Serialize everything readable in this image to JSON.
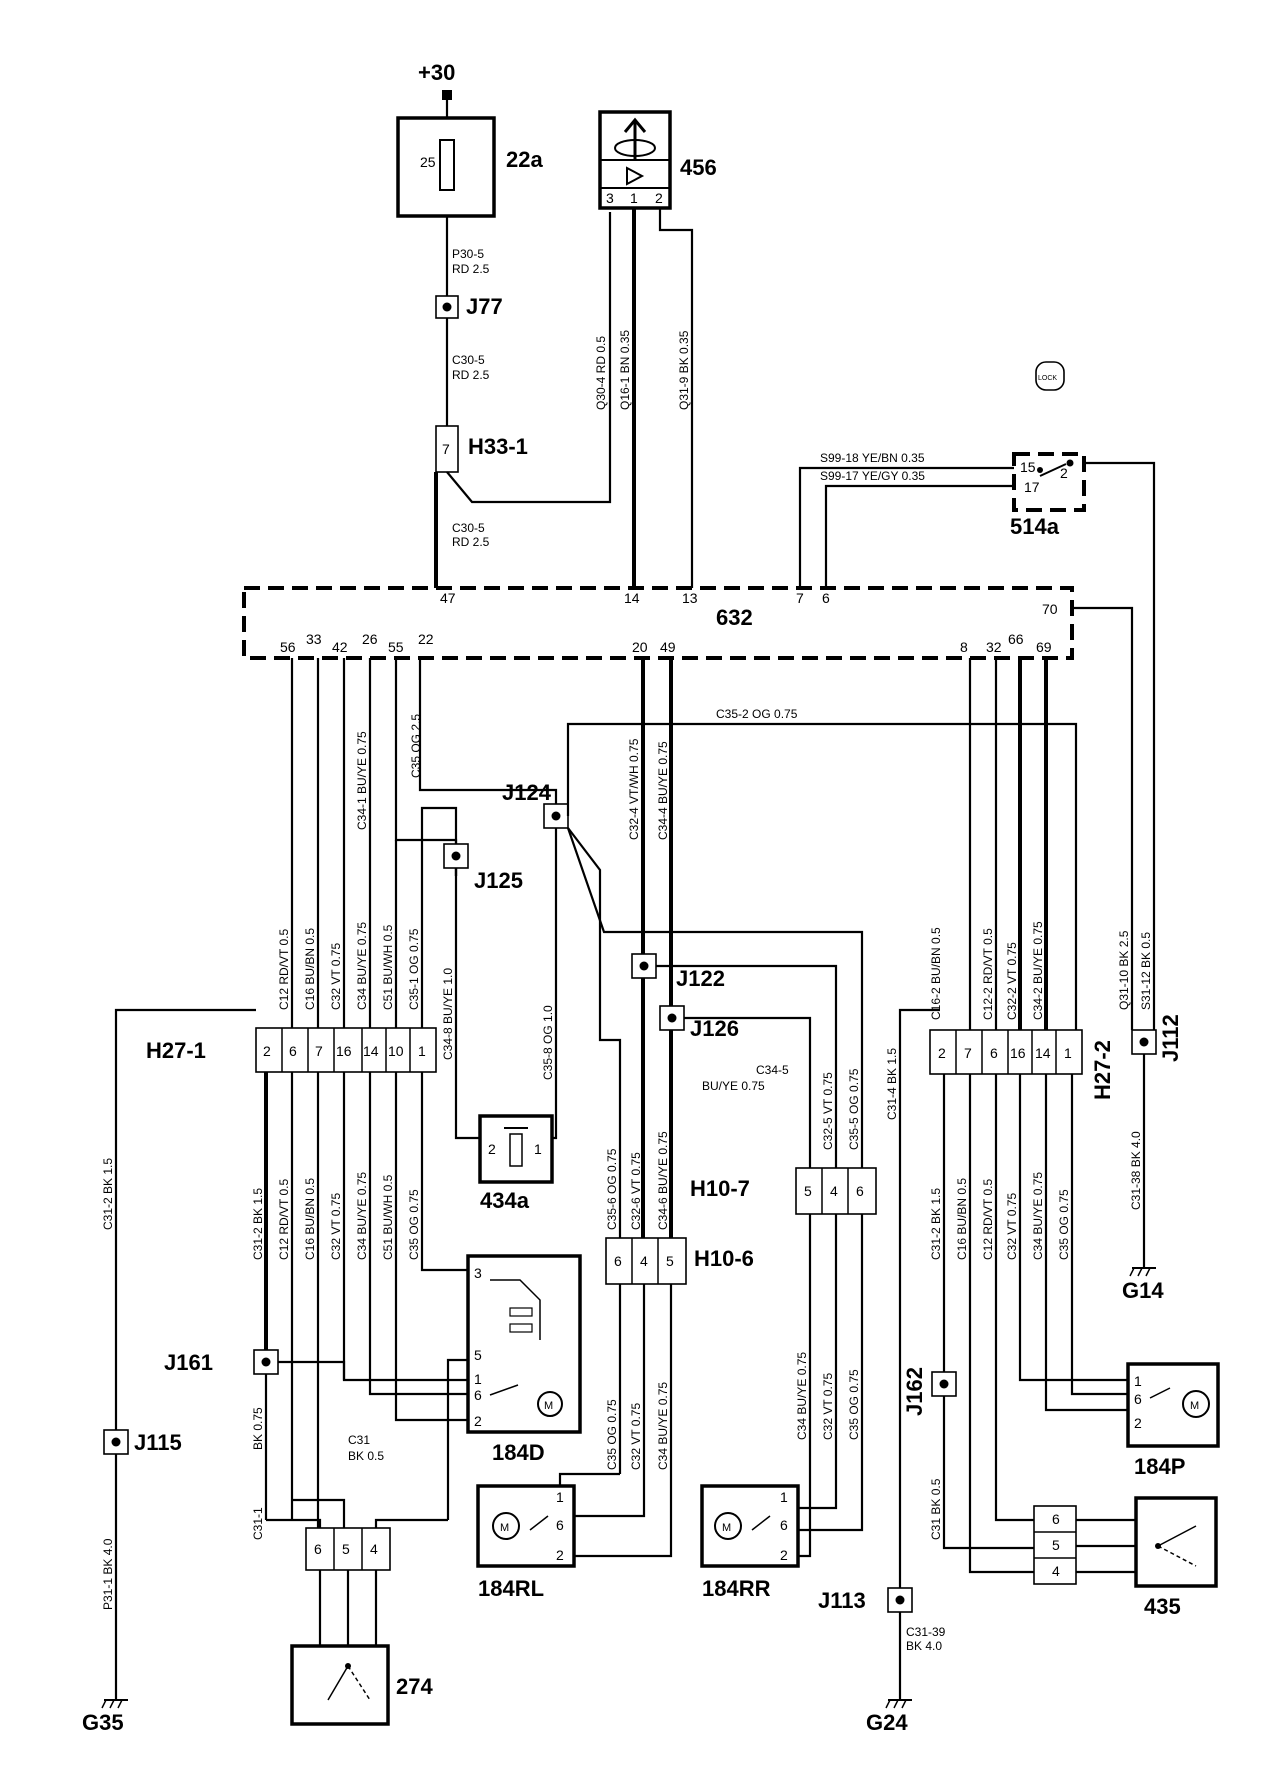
{
  "supply": "+30",
  "components": {
    "fuse": {
      "id": "22a",
      "rating": "25"
    },
    "switch_456": {
      "id": "456",
      "pins": [
        "3",
        "1",
        "2"
      ]
    },
    "switch_514a": {
      "id": "514a",
      "pins": [
        "15",
        "2",
        "17"
      ],
      "lock_label": "LOCK"
    },
    "module_632": {
      "id": "632",
      "top_pins": [
        "47",
        "14",
        "13",
        "7",
        "6"
      ],
      "right_pin": "70",
      "bottom_pins": [
        "56",
        "33",
        "42",
        "26",
        "55",
        "22",
        "20",
        "49",
        "8",
        "32",
        "66",
        "69"
      ]
    },
    "relay_434a": {
      "id": "434a",
      "pins": [
        "2",
        "1"
      ]
    },
    "motor_184D": {
      "id": "184D",
      "pins": [
        "3",
        "1",
        "6",
        "2",
        "5"
      ]
    },
    "motor_184P": {
      "id": "184P",
      "pins": [
        "1",
        "6",
        "2"
      ]
    },
    "motor_184RL": {
      "id": "184RL",
      "pins": [
        "1",
        "6",
        "2"
      ]
    },
    "motor_184RR": {
      "id": "184RR",
      "pins": [
        "1",
        "6",
        "2"
      ]
    },
    "switch_274": {
      "id": "274",
      "pins": [
        "6",
        "5",
        "4"
      ]
    },
    "switch_435": {
      "id": "435",
      "pins": [
        "6",
        "5",
        "4"
      ]
    }
  },
  "connectors": {
    "H33_1": {
      "id": "H33-1",
      "pin": "7"
    },
    "H27_1": {
      "id": "H27-1",
      "pins": [
        "2",
        "6",
        "7",
        "16",
        "14",
        "10",
        "1"
      ]
    },
    "H27_2": {
      "id": "H27-2",
      "pins": [
        "2",
        "7",
        "6",
        "16",
        "14",
        "1"
      ]
    },
    "H10_7": {
      "id": "H10-7",
      "pins": [
        "5",
        "4",
        "6"
      ]
    },
    "H10_6": {
      "id": "H10-6",
      "pins": [
        "6",
        "4",
        "5"
      ]
    }
  },
  "junctions": [
    "J77",
    "J124",
    "J125",
    "J122",
    "J126",
    "J112",
    "J161",
    "J115",
    "J162",
    "J113"
  ],
  "grounds": [
    "G35",
    "G24",
    "G14"
  ],
  "wire_labels": {
    "p30_5": "P30-5",
    "rd_25": "RD 2.5",
    "c30_5": "C30-5",
    "q30_4": "Q30-4  RD 0.5",
    "q16_1": "Q16-1  BN 0.35",
    "q31_9": "Q31-9  BK 0.35",
    "s99_18": "S99-18    YE/BN  0.35",
    "s99_17": "S99-17    YE/GY  0.35",
    "c35_og": "C35  OG 2.5",
    "c34_1": "C34-1  BU/YE 0.75",
    "c35_2": "C35-2   OG 0.75",
    "c32_4": "C32-4  VT/WH 0.75",
    "c34_4": "C34-4  BU/YE 0.75",
    "h1_c12": "C12 RD/VT 0.5",
    "h1_c16": "C16 BU/BN 0.5",
    "h1_c32": "C32 VT 0.75",
    "h1_c34": "C34 BU/YE 0.75",
    "h1_c51": "C51 BU/WH 0.5",
    "h1_c35": "C35-1 OG 0.75",
    "h1_c34_8": "C34-8  BU/YE 1.0",
    "c35_8": "C35-8    OG 1.0",
    "l_c31_2": "C31-2  BK 1.5",
    "l_c12": "C12 RD/VT 0.5",
    "l_c16": "C16 BU/BN 0.5",
    "l_c32": "C32 VT 0.75",
    "l_c34": "C34 BU/YE 0.75",
    "l_c51": "C51 BU/WH 0.5",
    "l_c35": "C35 OG 0.75",
    "c31_2_bk": "C31-2  BK 1.5",
    "p31_1": "P31-1  BK 4.0",
    "bk_075": "BK 0.75",
    "c31_1": "C31-1",
    "c31": "C31",
    "bk_05": "BK 0.5",
    "c35_6": "C35-6  OG 0.75",
    "c32_6": "C32-6  VT 0.75",
    "c34_6": "C34-6  BU/YE 0.75",
    "rl_c35": "C35  OG 0.75",
    "rl_c32": "C32  VT 0.75",
    "rl_c34": "C34  BU/YE 0.75",
    "c34_5": "C34-5",
    "c34_5b": "BU/YE 0.75",
    "c32_5": "C32-5  VT 0.75",
    "c35_5": "C35-5  OG 0.75",
    "c31_4": "C31-4  BK 1.5",
    "rr_c34": "C34  BU/YE 0.75",
    "rr_c32": "C32  VT 0.75",
    "rr_c35": "C35  OG 0.75",
    "h2_c16": "C16-2  BU/BN 0.5",
    "h2_c12": "C12-2  RD/VT 0.5",
    "h2_c32": "C32-2  VT 0.75",
    "h2_c34": "C34-2  BU/YE 0.75",
    "q31_10": "Q31-10  BK 2.5",
    "s31_12": "S31-12  BK 0.5",
    "c31_38": "C31-38  BK 4.0",
    "r_c31_2": "C31-2  BK 1.5",
    "r_c16": "C16 BU/BN 0.5",
    "r_c12": "C12 RD/VT 0.5",
    "r_c32": "C32 VT 0.75",
    "r_c34": "C34 BU/YE 0.75",
    "r_c35": "C35 OG 0.75",
    "c31_bk05": "C31  BK 0.5",
    "c31_39": "C31-39",
    "bk_40": "BK 4.0"
  }
}
